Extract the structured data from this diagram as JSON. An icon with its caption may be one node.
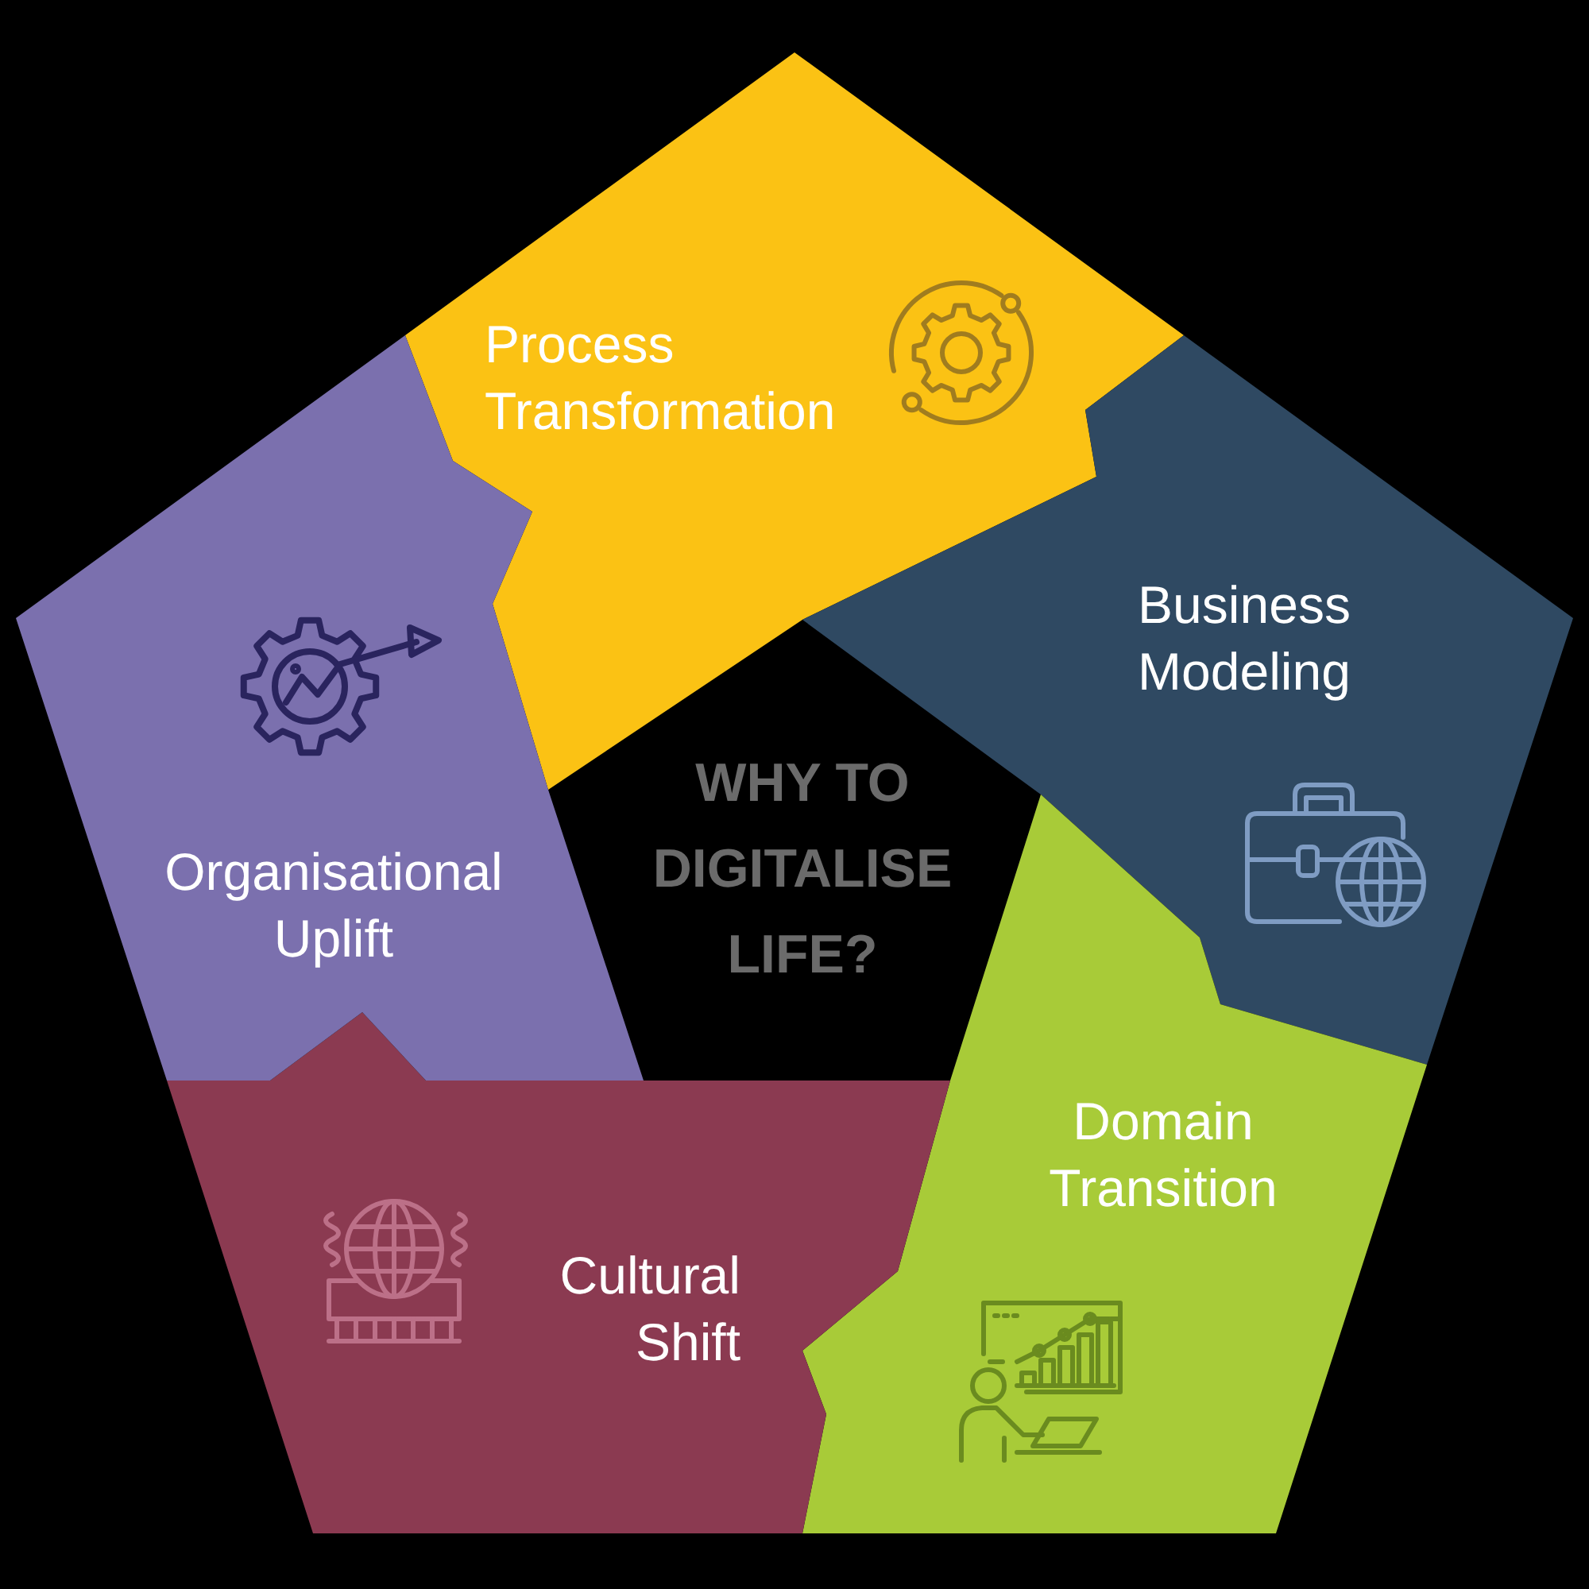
{
  "diagram": {
    "nodes": [
      {
        "text": [
          "Process Transformation"
        ]
      },
      {
        "text": [
          "Business Modeling"
        ]
      },
      {
        "text": [
          "Domain Transition"
        ]
      },
      {
        "text": [
          "Cultural Shift"
        ]
      },
      {
        "text": [
          "Organisational Uplift"
        ]
      },
      {
        "text": [
          "WHY TO DIGITALISE LIFE?"
        ]
      }
    ]
  }
}
